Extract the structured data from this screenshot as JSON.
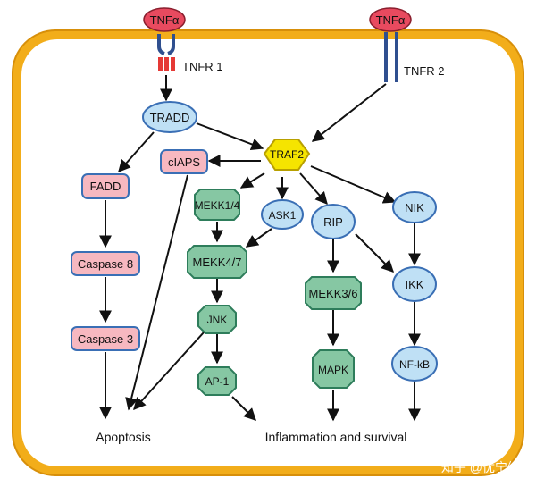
{
  "colors": {
    "membrane": "#f2ad1a",
    "membrane_stroke": "#d78f0a",
    "cell_fill": "#ffffff",
    "ligand_fill": "#e84a5f",
    "receptor": "#2f4f8f",
    "receptor_red": "#e53935",
    "oval_fill": "#bfe0f5",
    "oval_stroke": "#3a6fb5",
    "pink_fill": "#f7b8c0",
    "pink_stroke": "#3a6fb5",
    "green_fill": "#86c7a3",
    "green_stroke": "#2e7d5b",
    "hex_fill": "#f5e400",
    "hex_stroke": "#b8a000",
    "arrow": "#111111"
  },
  "ligands": {
    "tnf_alpha_1": "TNFα",
    "tnf_alpha_2": "TNFα"
  },
  "receptors": {
    "tnfr1": "TNFR 1",
    "tnfr2": "TNFR 2"
  },
  "nodes": {
    "tradd": "TRADD",
    "traf2": "TRAF2",
    "ciaps": "cIAPS",
    "fadd": "FADD",
    "caspase8": "Caspase 8",
    "caspase3": "Caspase 3",
    "mekk14": "MEKK1/4",
    "ask1": "ASK1",
    "rip": "RIP",
    "nik": "NIK",
    "mekk47": "MEKK4/7",
    "mekk36": "MEKK3/6",
    "ikk": "IKK",
    "jnk": "JNK",
    "ap1": "AP-1",
    "mapk": "MAPK",
    "nfkb": "NF-kB"
  },
  "outcomes": {
    "apoptosis": "Apoptosis",
    "inflammation": "Inflammation and survival"
  },
  "watermark": "知乎 @优宁维"
}
